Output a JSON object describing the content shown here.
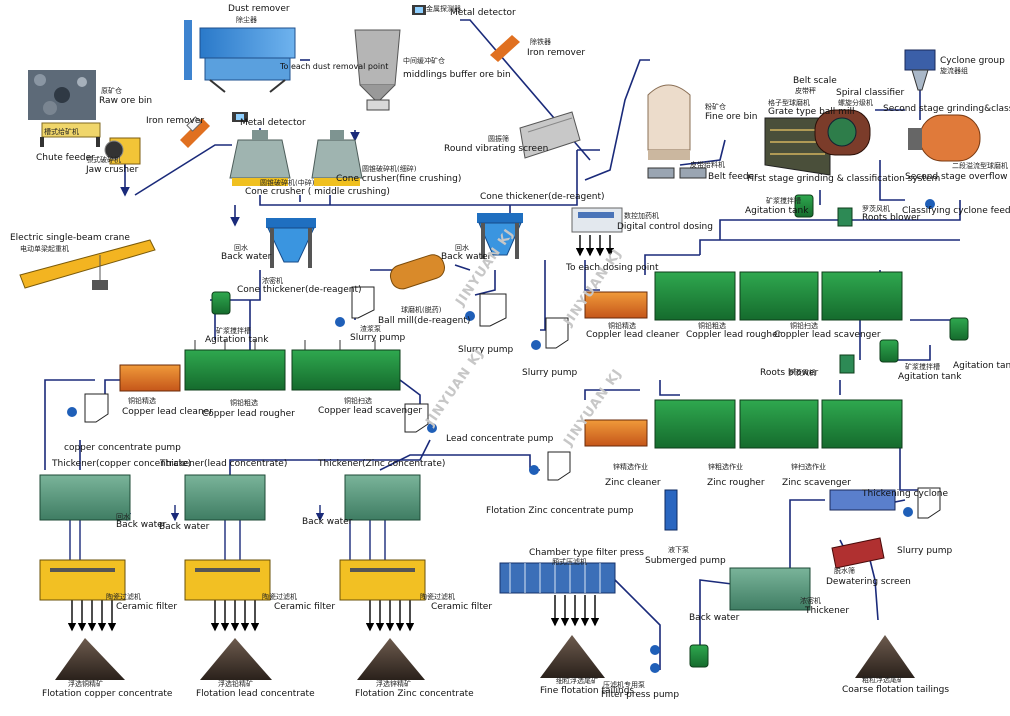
{
  "labels": {
    "dust_remover": "Dust remover",
    "to_dust_point": "To each dust removal point",
    "metal_detector_top": "Metal detector",
    "middlings_bin": "middlings buffer ore bin",
    "iron_remover_top": "Iron remover",
    "raw_ore_bin": "Raw ore bin",
    "chute_feeder": "Chute feeder",
    "jaw_crusher": "Jaw crusher",
    "iron_remover_left": "Iron remover",
    "metal_detector_left": "Metal detector",
    "cone_crusher_mid": "Cone crusher ( middle crushing)",
    "cone_crusher_fine": "Cone crusher(fine crushing)",
    "round_screen": "Round vibrating screen",
    "fine_ore_bin": "Fine ore bin",
    "belt_feeder": "Belt feeder",
    "belt_scale": "Belt scale",
    "spiral_classifier": "Spiral classifier",
    "grate_ball_mill": "Grate type ball mill",
    "cyclone_group": "Cyclone group",
    "second_stage_grinding": "Second stage grinding&classifying",
    "first_stage_grinding": "First stage grinding & classification system",
    "second_overflow_mill": "Second stage overflow ball mill",
    "classifying_cyclone_pump": "Classifying cyclone feed pump",
    "agitation_tank_top": "Agitation tank",
    "roots_blower_top": "Roots blower",
    "digital_dosing": "Digital control dosing",
    "to_dosing_point": "To each dosing point",
    "crane": "Electric single-beam crane",
    "back_water_1": "Back water",
    "cone_thickener_left": "Cone thickener(de-reagent)",
    "cone_thickener_mid": "Cone thickener(de-reagent)",
    "back_water_2": "Back water",
    "ball_mill_regrind": "Ball mill(de-reagent)",
    "slurry_pump_1": "Slurry pump",
    "slurry_pump_2": "Slurry pump",
    "slurry_pump_3": "Slurry pump",
    "agitation_tank_left": "Agitation tank",
    "copper_lead_cleaner_left": "Copper lead cleaner",
    "copper_lead_rougher_left": "Copper lead rougher",
    "copper_lead_scavenger_left": "Copper lead scavenger",
    "copper_conc_pump": "copper concentrate pump",
    "lead_conc_pump": "Lead concentrate pump",
    "copper_lead_cleaner_right": "Coppler lead cleaner",
    "copper_lead_rougher_right": "Coppler lead rougher",
    "copper_lead_scavenger_right": "Coppler lead scavenger",
    "agitation_tank_r1": "Agitation tank",
    "agitation_tank_r2": "Agitation tank",
    "roots_blower_mid": "Roots blower",
    "zinc_cleaner": "Zinc cleaner",
    "zinc_rougher": "Zinc rougher",
    "zinc_scavenger": "Zinc scavenger",
    "zinc_conc_pump": "Flotation Zinc concentrate pump",
    "thickener_copper": "Thickener(copper concentrate)",
    "thickener_lead": "Thickener(lead concentrate)",
    "thickener_zinc": "Thickener(Zinc concentrate)",
    "back_water_3": "Back water",
    "back_water_4": "Back water",
    "back_water_5": "Back water",
    "back_water_6": "Back water",
    "ceramic_filter_1": "Ceramic filter",
    "ceramic_filter_2": "Ceramic filter",
    "ceramic_filter_3": "Ceramic filter",
    "flot_copper": "Flotation copper concentrate",
    "flot_lead": "Flotation lead concentrate",
    "flot_zinc": "Flotation Zinc concentrate",
    "chamber_filter": "Chamber type filter press",
    "submerged_pump": "Submerged pump",
    "thickening_cyclone": "Thickening cyclone",
    "slurry_pump_4": "Slurry pump",
    "dewatering_screen": "Dewatering screen",
    "thickener_tail": "Thickener",
    "fine_tailings": "Fine flotation tailings",
    "filter_press_pump": "Filter press pump",
    "coarse_tailings": "Coarse flotation tailings"
  },
  "cn": {
    "dust_remover": "除尘器",
    "metal_detector": "金属探测器",
    "middlings": "中间缓冲矿仓",
    "iron_remover": "除铁器",
    "raw_ore": "原矿仓",
    "chute": "槽式给矿机",
    "jaw": "颚式破碎机",
    "cone_mid": "圆锥破碎机(中碎)",
    "cone_fine": "圆锥破碎机(细碎)",
    "screen": "圆振筛",
    "fine_bin": "粉矿仓",
    "belt_feeder": "皮带给料机",
    "belt_scale": "皮带秤",
    "spiral": "螺旋分级机",
    "grate_mill": "格子型球磨机",
    "cyclone": "旋流器组",
    "overflow_mill": "二段溢流型球磨机",
    "agitation": "矿浆搅拌槽",
    "roots": "罗茨风机",
    "dosing": "数控加药机",
    "crane": "电动单梁起重机",
    "thickener": "浓密机",
    "ball_mill": "球磨机(脱药)",
    "slurry_pump": "渣浆泵",
    "cu_pb_cleaner": "铜铅精选",
    "cu_pb_rougher": "铜铅粗选",
    "cu_pb_scavenger": "铜铅扫选",
    "zn_cleaner": "锌精选作业",
    "zn_rougher": "锌粗选作业",
    "zn_scavenger": "锌扫选作业",
    "back_water": "回水",
    "ceramic": "陶瓷过滤机",
    "cu_conc": "浮选铜精矿",
    "pb_conc": "浮选铅精矿",
    "zn_conc": "浮选锌精矿",
    "chamber": "厢式压滤机",
    "submerged": "液下泵",
    "dewatering": "脱水筛",
    "fine_tail": "细粒浮选尾矿",
    "coarse_tail": "粗粒浮选尾矿",
    "press_pump": "压滤机专用泵"
  },
  "watermark": "JINYUAN KJ"
}
